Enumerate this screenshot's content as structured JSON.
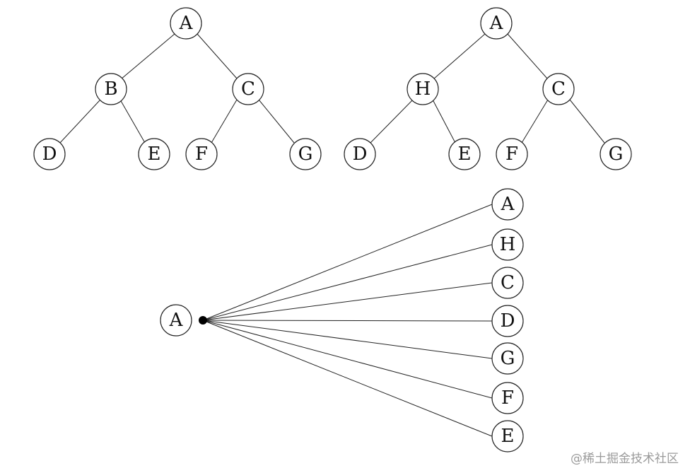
{
  "diagram": {
    "tree_left": {
      "nodes": {
        "root": "A",
        "left": "B",
        "right": "C",
        "left_left": "D",
        "left_right": "E",
        "right_left": "F",
        "right_right": "G"
      }
    },
    "tree_right": {
      "nodes": {
        "root": "A",
        "left": "H",
        "right": "C",
        "left_left": "D",
        "left_right": "E",
        "right_left": "F",
        "right_right": "G"
      }
    },
    "fan": {
      "source": "A",
      "targets": [
        "A",
        "H",
        "C",
        "D",
        "G",
        "F",
        "E"
      ]
    },
    "colors": {
      "line": "#222222",
      "node_fill": "#ffffff",
      "hub": "#000000",
      "watermark": "#9a9a9a"
    }
  },
  "watermark": {
    "text": "@稀土掘金技术社区"
  }
}
